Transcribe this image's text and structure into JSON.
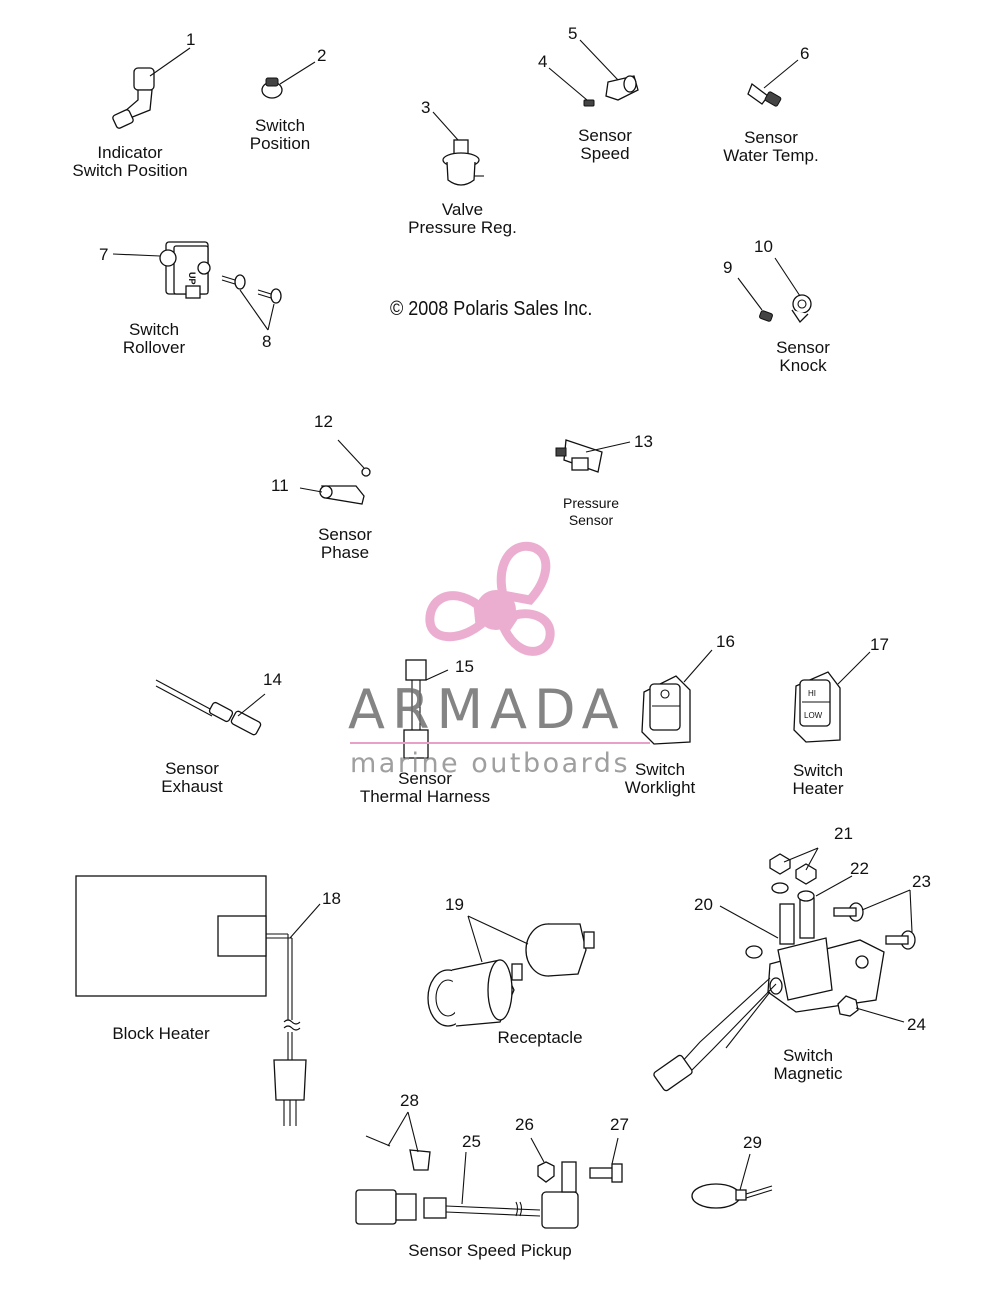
{
  "copyright": "© 2008 Polaris Sales Inc.",
  "watermark": {
    "title": "ARMADA",
    "subtitle": "marine outboards",
    "color": "#e8a0c8"
  },
  "callouts": [
    "1",
    "2",
    "3",
    "4",
    "5",
    "6",
    "7",
    "8",
    "9",
    "10",
    "11",
    "12",
    "13",
    "14",
    "15",
    "16",
    "17",
    "18",
    "19",
    "20",
    "21",
    "22",
    "23",
    "24",
    "25",
    "26",
    "27",
    "28",
    "29"
  ],
  "labels": {
    "indicator_switch_position": [
      "Indicator",
      "Switch Position"
    ],
    "switch_position": [
      "Switch",
      "Position"
    ],
    "valve_pressure_reg": [
      "Valve",
      "Pressure Reg."
    ],
    "sensor_speed": [
      "Sensor",
      "Speed"
    ],
    "sensor_water_temp": [
      "Sensor",
      "Water Temp."
    ],
    "switch_rollover": [
      "Switch",
      "Rollover"
    ],
    "sensor_knock": [
      "Sensor",
      "Knock"
    ],
    "sensor_phase": [
      "Sensor",
      "Phase"
    ],
    "pressure_sensor": [
      "Pressure",
      "Sensor"
    ],
    "sensor_exhaust": [
      "Sensor",
      "Exhaust"
    ],
    "sensor_thermal_harness": [
      "Sensor",
      "Thermal Harness"
    ],
    "switch_worklight": [
      "Switch",
      "Worklight"
    ],
    "switch_heater": [
      "Switch",
      "Heater"
    ],
    "block_heater": "Block Heater",
    "receptacle": "Receptacle",
    "switch_magnetic": [
      "Switch",
      "Magnetic"
    ],
    "sensor_speed_pickup": "Sensor Speed Pickup"
  },
  "switch_text": {
    "up": "UP",
    "hi": "HI",
    "low": "LOW"
  }
}
